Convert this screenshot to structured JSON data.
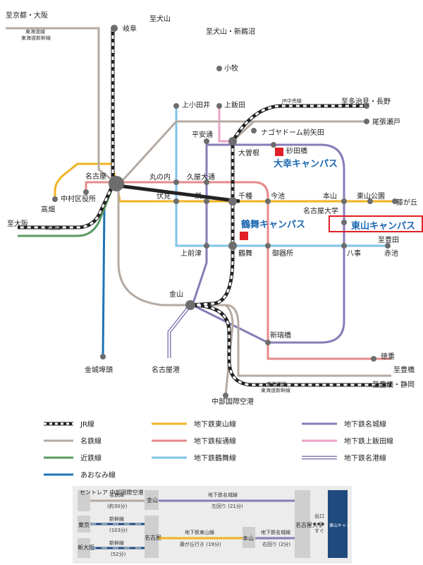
{
  "colors": {
    "jr": "#222222",
    "meitetsu": "#b5aaa2",
    "kintetsu": "#5b9a62",
    "aonami": "#1d74b8",
    "higashiyama": "#f0b323",
    "sakuradori": "#e78a8a",
    "tsurumai": "#7fc4e8",
    "meijo": "#8a7bb8",
    "kamiiida": "#eaa5c6",
    "meiko": "#8a7bb8",
    "highlight": "#e01f26",
    "campus_text": "#1a66b0"
  },
  "directions": {
    "kyoto_osaka": "至京都・大阪",
    "tokaido_line": "東海道線",
    "tokaido_shinkansen": "東海道新幹線",
    "inuyama": "至犬山",
    "inuyama_shinunuma": "至犬山・新鵜沼",
    "tajimi_nagano": "至多治見・長野",
    "owariseto": "尾張瀬戸",
    "toyota": "至豊田",
    "fujigaoka": "藤が丘",
    "osaka": "至大阪",
    "kansai_line": "関西線",
    "toyohashi": "至豊橋",
    "toyohashi_shizuoka": "至豊橋・静岡",
    "jr_chuo_line": "JR中央線",
    "tokaido_line2": "東海道線",
    "tokaido_shinkansen2": "東海道新幹線"
  },
  "stations": {
    "gifu": "岐阜",
    "komaki": "小牧",
    "kamiotai": "上小田井",
    "kamiiida": "上飯田",
    "heiando": "平安通",
    "nagoya_dome": "ナゴヤドーム前矢田",
    "ozone": "大曽根",
    "sunadabashi": "砂田橋",
    "nagoya": "名古屋",
    "marunouchi": "丸の内",
    "hisayaodori": "久屋大通",
    "nakamurakuyakusho": "中村区役所",
    "takabata": "高畑",
    "fushimi": "伏見",
    "sakae": "栄",
    "chikusa": "千種",
    "imaike": "今池",
    "motoyama": "本山",
    "higashiyamakoen": "東山公園",
    "nagoya_daigaku": "名古屋大学",
    "kamimaezu": "上前津",
    "tsurumai": "鶴舞",
    "gokiso": "御器所",
    "yagoto": "八事",
    "akaike": "赤池",
    "kanayama": "金山",
    "shinmizuhobashi": "新瑞橋",
    "tokushige": "徳重",
    "kinjofuto": "金城埠頭",
    "nagoyako": "名古屋港",
    "chubu_airport": "中部国際空港"
  },
  "campuses": {
    "daiko": "大幸キャンパス",
    "tsurumai": "鶴舞キャンパス",
    "higashiyama": "東山キャンパス"
  },
  "legend": [
    {
      "label": "JR線",
      "style": "jr"
    },
    {
      "label": "地下鉄東山線",
      "style": "higashiyama"
    },
    {
      "label": "地下鉄名城線",
      "style": "meijo"
    },
    {
      "label": "名鉄線",
      "style": "meitetsu"
    },
    {
      "label": "地下鉄桜通線",
      "style": "sakuradori"
    },
    {
      "label": "地下鉄上飯田線",
      "style": "kamiiida"
    },
    {
      "label": "近鉄線",
      "style": "kintetsu"
    },
    {
      "label": "地下鉄鶴舞線",
      "style": "tsurumai"
    },
    {
      "label": "地下鉄名港線",
      "style": "meiko"
    },
    {
      "label": "あおなみ線",
      "style": "aonami"
    }
  ],
  "route_panel": {
    "centrair": "セントレア\n中部国際空港",
    "tokyo": "東京",
    "shin_osaka": "新大阪",
    "kanayama": "金山",
    "nagoya": "名古屋",
    "motoyama": "本山",
    "nagoya_daigaku": "名古屋大学",
    "higashiyama_campus": "東山キャンパス",
    "meitetsu_label": "名鉄線",
    "meitetsu_time": "(約30分)",
    "meijo_label": "地下鉄名城線",
    "meijo_dir": "左回り (21分)",
    "shinkansen1": "新幹線",
    "shinkansen1_time": "(103分)",
    "shinkansen2": "新幹線",
    "shinkansen2_time": "(52分)",
    "higashiyama_label": "地下鉄東山線",
    "higashiyama_dir": "藤が丘行き (19分)",
    "meijo2_label": "地下鉄名城線",
    "meijo2_dir": "右回り (2分)",
    "exit": "出口",
    "soon": "すぐ"
  }
}
